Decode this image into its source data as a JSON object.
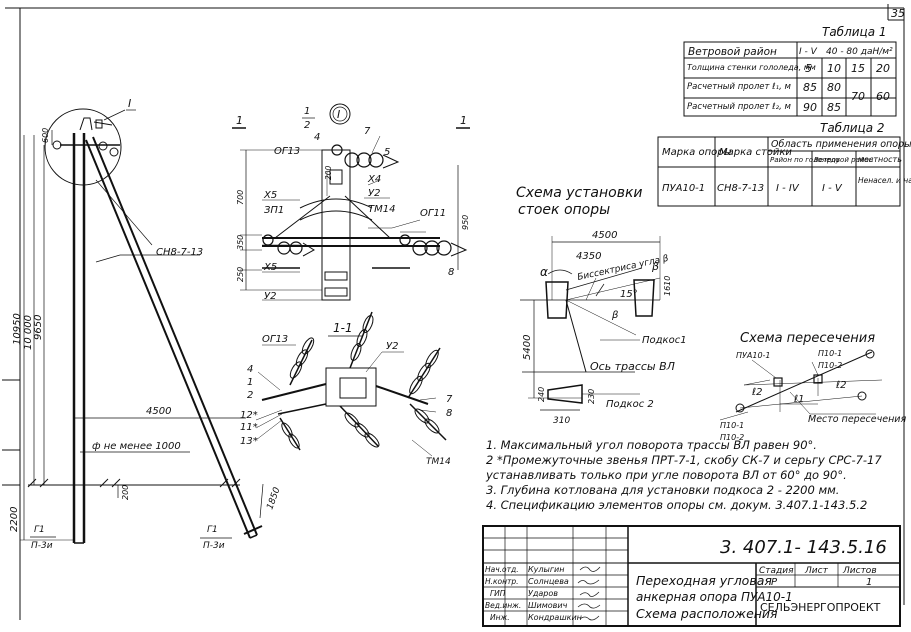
{
  "page_number": "35",
  "tables": {
    "t1": {
      "caption": "Таблица 1",
      "rows": [
        [
          "Ветровой район",
          "I - V",
          "40 - 80 даН/м²",
          ""
        ],
        [
          "Толщина стенки гололеда, мм",
          "5",
          "10",
          "15",
          "20"
        ],
        [
          "Расчетный пролет ℓ₁, м",
          "85",
          "80",
          "70",
          "60"
        ],
        [
          "Расчетный пролет ℓ₂, м",
          "90",
          "85",
          "",
          ""
        ]
      ]
    },
    "t2": {
      "caption": "Таблица 2",
      "col1": "Марка опоры",
      "col2": "Марка стойки",
      "group": "Область применения опоры",
      "sub1": "Район по гололеду",
      "sub2": "Ветровой район",
      "sub3": "местность",
      "val1": "ПУА10-1",
      "val2": "СН8-7-13",
      "val3": "I - IV",
      "val4": "I - V",
      "val5": "Ненасел. и населен."
    }
  },
  "labels": {
    "node_ref": "I",
    "section_1": "1",
    "section_2": "2",
    "section_1_1": "1-1",
    "og13": "ОГ13",
    "og11": "ОГ11",
    "x4": "X4",
    "x5": "X5",
    "x5b": "X5",
    "zp1": "ЗП1",
    "y2": "У2",
    "y2b": "У2",
    "y2c": "У2",
    "tm14": "ТМ14",
    "tm14b": "ТМ14",
    "n4": "4",
    "n7": "7",
    "n5": "5",
    "n8": "8",
    "n1": "1",
    "n2": "2",
    "n12": "12*",
    "n11": "11*",
    "n13": "13*",
    "n4b": "4",
    "n7b": "7",
    "n8b": "8",
    "og13b": "ОГ13",
    "d700": "700",
    "d350": "350",
    "d250": "250",
    "d950": "950",
    "d200": "200",
    "support_mark": "СН8-7-13",
    "h10950": "10950",
    "h10000": "10 000",
    "h9650": "9650",
    "h2200": "2200",
    "d4500": "4500",
    "d200b": "200",
    "d1850": "1850",
    "d600": "600",
    "phi_note": "ф не менее 1000",
    "g1": "Г1",
    "p3i": "П-3и",
    "g1b": "Г1",
    "p3ib": "П-3и",
    "scheme_title_1": "Схема установки",
    "scheme_title_2": "стоек опоры",
    "s4500": "4500",
    "s4350": "4350",
    "s1610": "1610",
    "s15": "15°",
    "s5400": "5400",
    "alpha": "α",
    "beta": "β",
    "bisector": "Биссектриса угла β",
    "podkos1": "Подкос1",
    "route_axis": "Ось трассы ВЛ",
    "s310": "310",
    "s240": "240",
    "s230": "230",
    "podkos2": "Подкос 2",
    "cross_title": "Схема пересечения",
    "pua": "ПУА10-1",
    "p10_1a": "П10-1",
    "p10_2a": "П10-2",
    "p10_1b": "П10-1",
    "p10_2b": "П10-2",
    "l2a": "ℓ2",
    "l2b": "ℓ2",
    "l1": "ℓ1",
    "cross_place": "Место пересечения"
  },
  "notes": [
    "1. Максимальный угол поворота трассы ВЛ равен 90°.",
    "2 *Промежуточные звенья ПРТ-7-1, скобу СК-7    и серьгу СРС-7-17",
    "   устанавливать только при угле поворота ВЛ от 60° до 90°.",
    "3. Глубина котлована для установки подкоса 2 - 2200 мм.",
    "4. Спецификацию элементов опоры см. докум. 3.407.1-143.5.2"
  ],
  "title_block": {
    "doc_number": "3. 407.1- 143.5.16",
    "title_line1": "Переходная угловая",
    "title_line2": "анкерная опора ПУА10-1",
    "title_line3": "Схема расположения",
    "stage_label": "Стадия",
    "sheet_label": "Лист",
    "sheets_label": "Листов",
    "stage": "Р",
    "sheets": "1",
    "org": "СЕЛЬЭНЕРГОПРОЕКТ",
    "staff": [
      {
        "role": "Нач.отд.",
        "name": "Кулыгин"
      },
      {
        "role": "Н.контр.",
        "name": "Солнцева"
      },
      {
        "role": "ГИП",
        "name": "Ударов"
      },
      {
        "role": "Вед.инж.",
        "name": "Шимович"
      },
      {
        "role": "Инж.",
        "name": "Кондрашкин"
      }
    ]
  }
}
